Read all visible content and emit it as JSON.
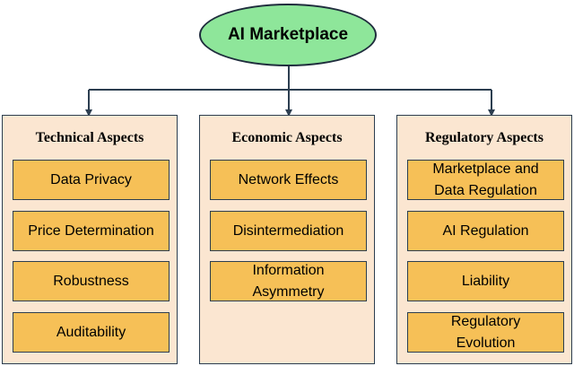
{
  "root": {
    "label": "AI Marketplace"
  },
  "colors": {
    "root_fill": "#8ee69a",
    "panel_fill": "#fbe6d1",
    "item_fill": "#f6c057",
    "stroke": "#2c3e50"
  },
  "panels": [
    {
      "title": "Technical Aspects",
      "items": [
        "Data Privacy",
        "Price Determination",
        "Robustness",
        "Auditability"
      ]
    },
    {
      "title": "Economic Aspects",
      "items": [
        "Network Effects",
        "Disintermediation",
        "Information\nAsymmetry"
      ]
    },
    {
      "title": "Regulatory Aspects",
      "items": [
        "Marketplace and\nData Regulation",
        "AI Regulation",
        "Liability",
        "Regulatory\nEvolution"
      ]
    }
  ]
}
